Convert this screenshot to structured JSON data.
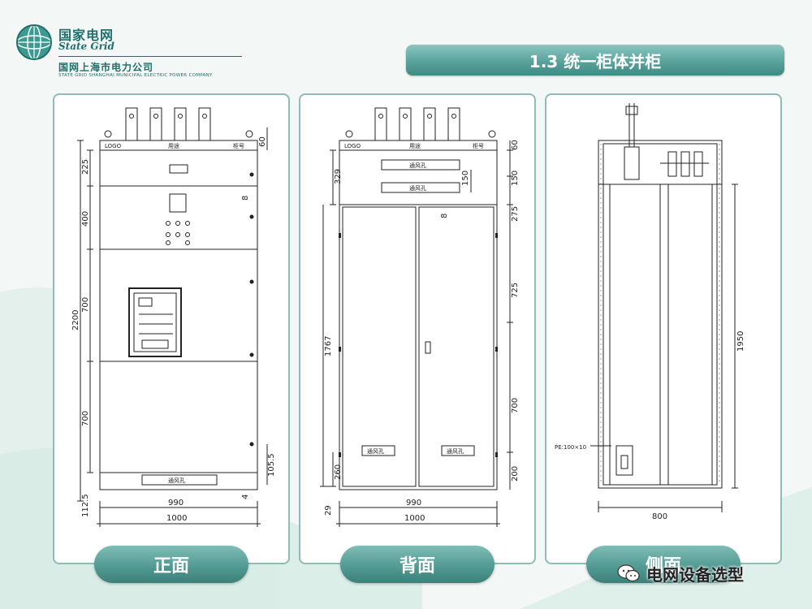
{
  "logo": {
    "org_cn": "国家电网",
    "org_en": "State Grid",
    "company_cn": "国网上海市电力公司",
    "company_en": "STATE GRID SHANGHAI MUNICIPAL ELECTRIC POWER COMPANY"
  },
  "title": "1.3 统一柜体并柜",
  "colors": {
    "brand": "#1f6f6a",
    "accent": "#5aa39c",
    "panel_border": "#8fbcb6"
  },
  "drawing_labels": {
    "logo": "LOGO",
    "usage": "用途",
    "number": "柜号",
    "vent": "通风孔",
    "pe": "PE:100×10"
  },
  "front": {
    "caption": "正面",
    "dims": {
      "top": "60",
      "d1": "225",
      "d2": "400",
      "d3": "700",
      "d4": "700",
      "total": "2200",
      "bottom": "112.5",
      "base_right": "105.5",
      "gap": "8",
      "side": "4",
      "inner_width": "990",
      "width": "1000"
    }
  },
  "back": {
    "caption": "背面",
    "dims": {
      "top": "60",
      "d1": "150",
      "d2": "275",
      "d3": "725",
      "d4": "700",
      "d5": "200",
      "left_top": "329",
      "left_mid": "1767",
      "left_bottom": "260",
      "bottom": "29",
      "vent_gap": "150",
      "gap": "8",
      "inner_width": "990",
      "width": "1000"
    }
  },
  "side": {
    "caption": "侧面",
    "dims": {
      "height": "1950",
      "width": "800"
    }
  },
  "watermark": "电网设备选型"
}
